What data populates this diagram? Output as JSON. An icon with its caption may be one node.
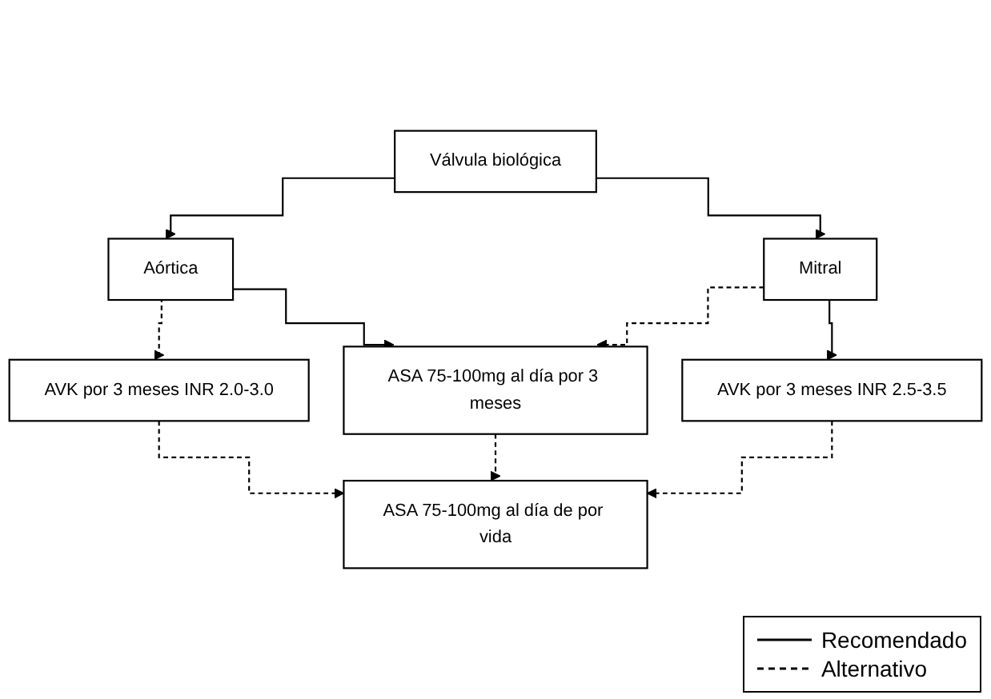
{
  "diagram": {
    "nodes": [
      {
        "text": [
          "Válvula biológica"
        ]
      },
      {
        "text": [
          "Aórtica"
        ]
      },
      {
        "text": [
          "Mitral"
        ]
      },
      {
        "text": [
          "AVK por 3 meses INR 2.0-3.0"
        ]
      },
      {
        "text": [
          "ASA 75-100mg al día por 3 meses"
        ]
      },
      {
        "text": [
          "AVK por 3 meses INR 2.5-3.5"
        ]
      },
      {
        "text": [
          "ASA 75-100mg al día de por vida"
        ]
      }
    ],
    "edges": [
      {
        "from": 0,
        "to": 1,
        "arrow": "to"
      },
      {
        "from": 0,
        "to": 2,
        "arrow": "to"
      },
      {
        "from": 1,
        "to": 3,
        "arrow": "to",
        "style": "dashed"
      },
      {
        "from": 1,
        "to": 4,
        "arrow": "to"
      },
      {
        "from": 2,
        "to": 4,
        "arrow": "to",
        "style": "dashed"
      },
      {
        "from": 2,
        "to": 5,
        "arrow": "to"
      },
      {
        "from": 3,
        "to": 6,
        "arrow": "to",
        "style": "dashed"
      },
      {
        "from": 4,
        "to": 6,
        "arrow": "to",
        "style": "dashed"
      },
      {
        "from": 5,
        "to": 6,
        "arrow": "to",
        "style": "dashed"
      }
    ],
    "legend": [
      {
        "text": "Recomendado"
      },
      {
        "text": "Alternativo"
      }
    ]
  }
}
